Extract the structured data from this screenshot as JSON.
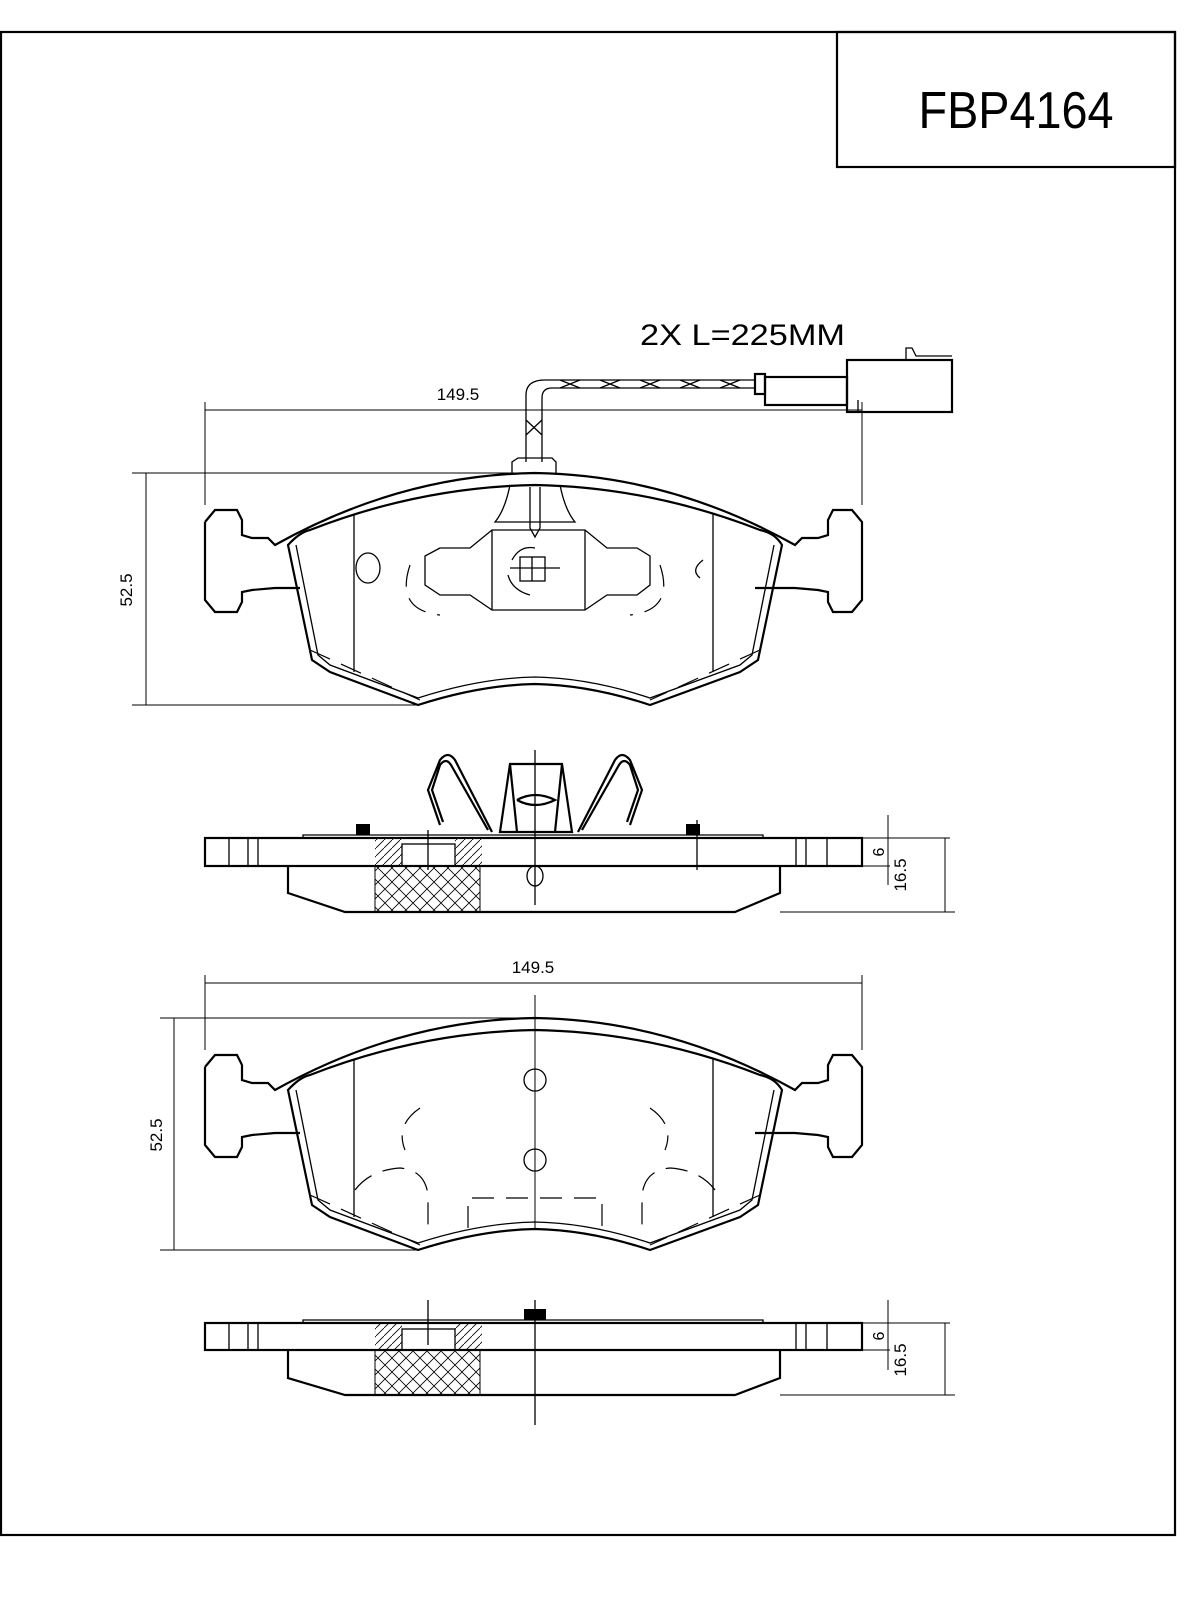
{
  "title": "FBP4164",
  "wire_note": "2X   L=225MM",
  "view_top_sensor": {
    "width_dim": "149.5",
    "height_dim": "52.5"
  },
  "view_side_sensor": {
    "backplate_dim": "6",
    "total_thickness_dim": "16.5"
  },
  "view_top_plain": {
    "width_dim": "149.5",
    "height_dim": "52.5"
  },
  "view_side_plain": {
    "backplate_dim": "6",
    "total_thickness_dim": "16.5"
  }
}
